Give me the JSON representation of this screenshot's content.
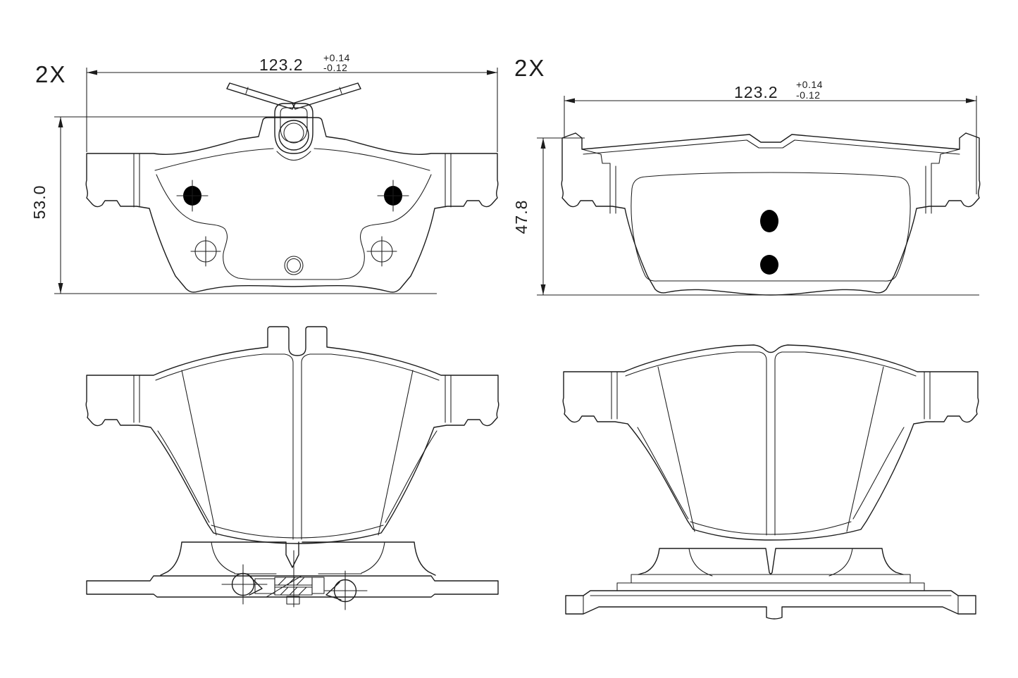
{
  "drawing": {
    "type": "brake-pad-technical-drawing",
    "background_color": "#ffffff",
    "line_color": "#1c1c1c",
    "left_part": {
      "quantity_label": "2X",
      "width_dimension": "123.2",
      "width_tolerance_plus": "+0.14",
      "width_tolerance_minus": "-0.12",
      "height_dimension": "53.0"
    },
    "right_part": {
      "quantity_label": "2X",
      "width_dimension": "123.2",
      "width_tolerance_plus": "+0.14",
      "width_tolerance_minus": "-0.12",
      "height_dimension": "47.8"
    }
  }
}
